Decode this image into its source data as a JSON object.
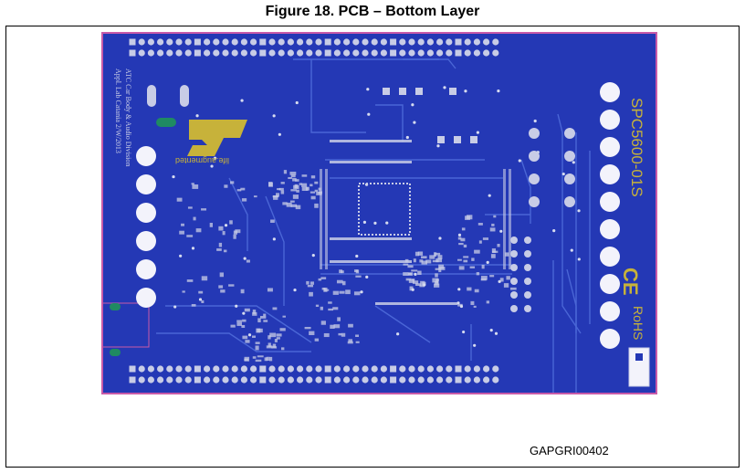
{
  "figure": {
    "caption": "Figure 18. PCB – Bottom Layer",
    "image_code": "GAPGRI00402"
  },
  "board": {
    "silkscreen_part_number": "SPC5600-01S",
    "silkscreen_division_line1": "Appl. Lab Catania 2/W/2013",
    "silkscreen_division_line2": "ATC Car Body & Audio Division",
    "logo_text": "ST",
    "logo_sub_text": "life.augmented",
    "ce_mark": "CE",
    "rohs_mark": "RoHS",
    "colors": {
      "board": "#2438b5",
      "board_edge": "#c85aa8",
      "trace": "#4a66d6",
      "pad": "#c8cce6",
      "pad_green": "#1f8a62",
      "via": "#d6dbf0",
      "silk_gold": "#c7b23a",
      "big_pad": "#f3f3fb"
    }
  }
}
